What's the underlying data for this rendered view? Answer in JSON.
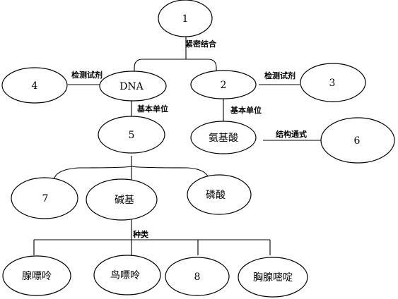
{
  "nodes": {
    "n1": "1",
    "n2": "2",
    "n3": "3",
    "n4": "4",
    "dna": "DNA",
    "n5": "5",
    "n6": "6",
    "n7": "7",
    "n8": "8",
    "amino_acid": "氨基酸",
    "base": "碱基",
    "phosphate": "磷酸",
    "adenine": "腺嘌呤",
    "guanine": "鸟嘌呤",
    "thymine": "胸腺嘧啶"
  },
  "edge_labels": {
    "tight_binding": "紧密结合",
    "detect_reagent_dna": "检测试剂",
    "detect_reagent_protein": "检测试剂",
    "basic_unit_dna": "基本单位",
    "basic_unit_protein": "基本单位",
    "structure_formula": "结构通式",
    "types": "种类"
  }
}
